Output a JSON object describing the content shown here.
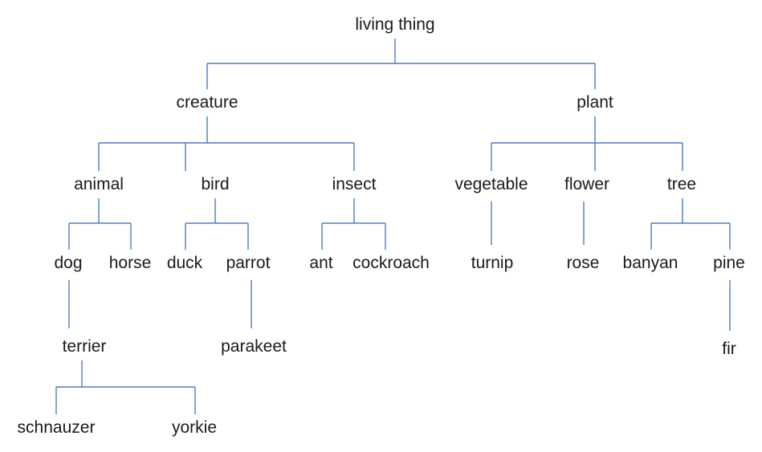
{
  "diagram": {
    "line_color": "#4a7cc7",
    "text_color": "#1a1a1a",
    "nodes": [
      {
        "id": "living-thing",
        "label": "living thing"
      },
      {
        "id": "creature",
        "label": "creature"
      },
      {
        "id": "plant",
        "label": "plant"
      },
      {
        "id": "animal",
        "label": "animal"
      },
      {
        "id": "bird",
        "label": "bird"
      },
      {
        "id": "insect",
        "label": "insect"
      },
      {
        "id": "vegetable",
        "label": "vegetable"
      },
      {
        "id": "flower",
        "label": "flower"
      },
      {
        "id": "tree",
        "label": "tree"
      },
      {
        "id": "dog",
        "label": "dog"
      },
      {
        "id": "horse",
        "label": "horse"
      },
      {
        "id": "duck",
        "label": "duck"
      },
      {
        "id": "parrot",
        "label": "parrot"
      },
      {
        "id": "ant",
        "label": "ant"
      },
      {
        "id": "cockroach",
        "label": "cockroach"
      },
      {
        "id": "turnip",
        "label": "turnip"
      },
      {
        "id": "rose",
        "label": "rose"
      },
      {
        "id": "banyan",
        "label": "banyan"
      },
      {
        "id": "pine",
        "label": "pine"
      },
      {
        "id": "terrier",
        "label": "terrier"
      },
      {
        "id": "parakeet",
        "label": "parakeet"
      },
      {
        "id": "fir",
        "label": "fir"
      },
      {
        "id": "schnauzer",
        "label": "schnauzer"
      },
      {
        "id": "yorkie",
        "label": "yorkie"
      }
    ],
    "edges": [
      {
        "parent": "living-thing",
        "children": [
          "creature",
          "plant"
        ]
      },
      {
        "parent": "creature",
        "children": [
          "animal",
          "bird",
          "insect"
        ]
      },
      {
        "parent": "plant",
        "children": [
          "vegetable",
          "flower",
          "tree"
        ]
      },
      {
        "parent": "animal",
        "children": [
          "dog",
          "horse"
        ]
      },
      {
        "parent": "bird",
        "children": [
          "duck",
          "parrot"
        ]
      },
      {
        "parent": "insect",
        "children": [
          "ant",
          "cockroach"
        ]
      },
      {
        "parent": "vegetable",
        "children": [
          "turnip"
        ]
      },
      {
        "parent": "flower",
        "children": [
          "rose"
        ]
      },
      {
        "parent": "tree",
        "children": [
          "banyan",
          "pine"
        ]
      },
      {
        "parent": "dog",
        "children": [
          "terrier"
        ]
      },
      {
        "parent": "parrot",
        "children": [
          "parakeet"
        ]
      },
      {
        "parent": "pine",
        "children": [
          "fir"
        ]
      },
      {
        "parent": "terrier",
        "children": [
          "schnauzer",
          "yorkie"
        ]
      }
    ]
  }
}
